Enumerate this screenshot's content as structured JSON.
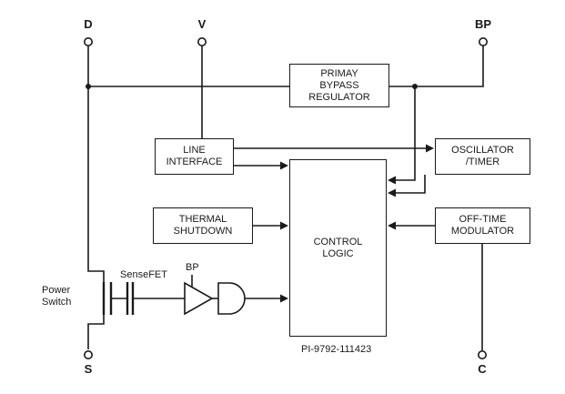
{
  "diagram": {
    "part_number": "PI-9792-111423",
    "pins": {
      "d": "D",
      "v": "V",
      "bp": "BP",
      "s": "S",
      "c": "C"
    },
    "blocks": {
      "bypass": {
        "lines": [
          "PRIMAY",
          "BYPASS",
          "REGULATOR"
        ]
      },
      "line_interface": {
        "lines": [
          "LINE",
          "INTERFACE"
        ]
      },
      "oscillator": {
        "lines": [
          "OSCILLATOR",
          "/TIMER"
        ]
      },
      "thermal": {
        "lines": [
          "THERMAL",
          "SHUTDOWN"
        ]
      },
      "control_logic": {
        "lines": [
          "CONTROL",
          "LOGIC"
        ]
      },
      "off_time": {
        "lines": [
          "OFF-TIME",
          "MODULATOR"
        ]
      }
    },
    "labels": {
      "power_switch_line1": "Power",
      "power_switch_line2": "Switch",
      "sensefet": "SenseFET",
      "driver_bp": "BP"
    },
    "colors": {
      "line": "#1a1a1a",
      "background": "#ffffff"
    }
  }
}
